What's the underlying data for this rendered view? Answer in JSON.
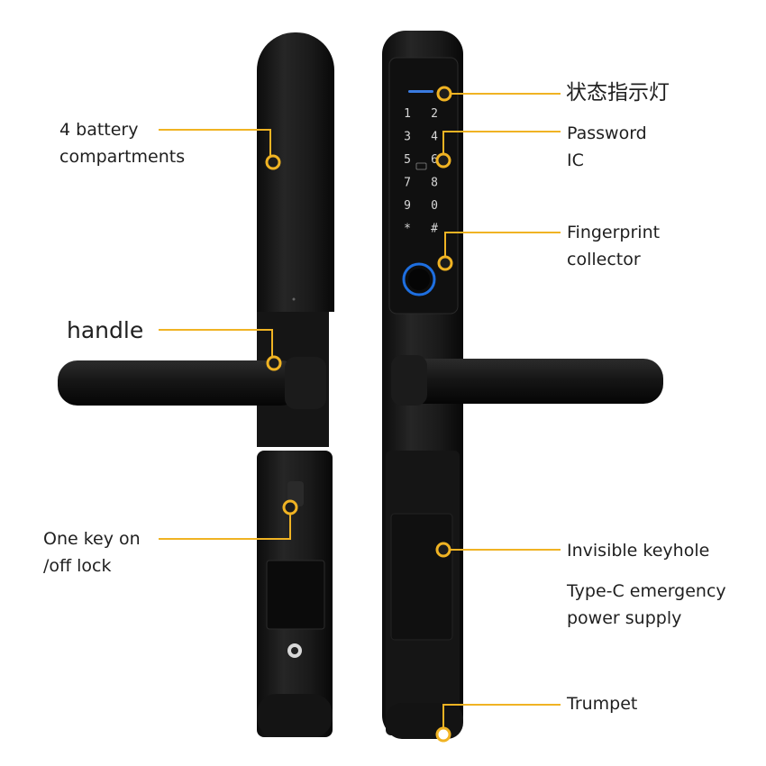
{
  "labels": {
    "battery": [
      "4 battery",
      "compartments"
    ],
    "handle": "handle",
    "one_key": [
      "One key on",
      "/off lock"
    ],
    "status_light": "状态指示灯",
    "password": [
      "Password",
      "IC"
    ],
    "fingerprint": [
      "Fingerprint",
      "collector"
    ],
    "invisible_keyhole": "Invisible keyhole",
    "type_c": [
      "Type-C emergency",
      "power supply"
    ],
    "trumpet": "Trumpet"
  },
  "keypad": {
    "keys": [
      "1",
      "2",
      "3",
      "4",
      "5",
      "6",
      "7",
      "8",
      "9",
      "0",
      "*",
      "#"
    ]
  },
  "colors": {
    "callout": "#f0b323",
    "lock_body": "#1c1c1c",
    "panel": "#131313",
    "key_text": "#d8d8d8",
    "fingerprint_ring": "#1e6fe0",
    "status_bar": "#3a7be0"
  }
}
